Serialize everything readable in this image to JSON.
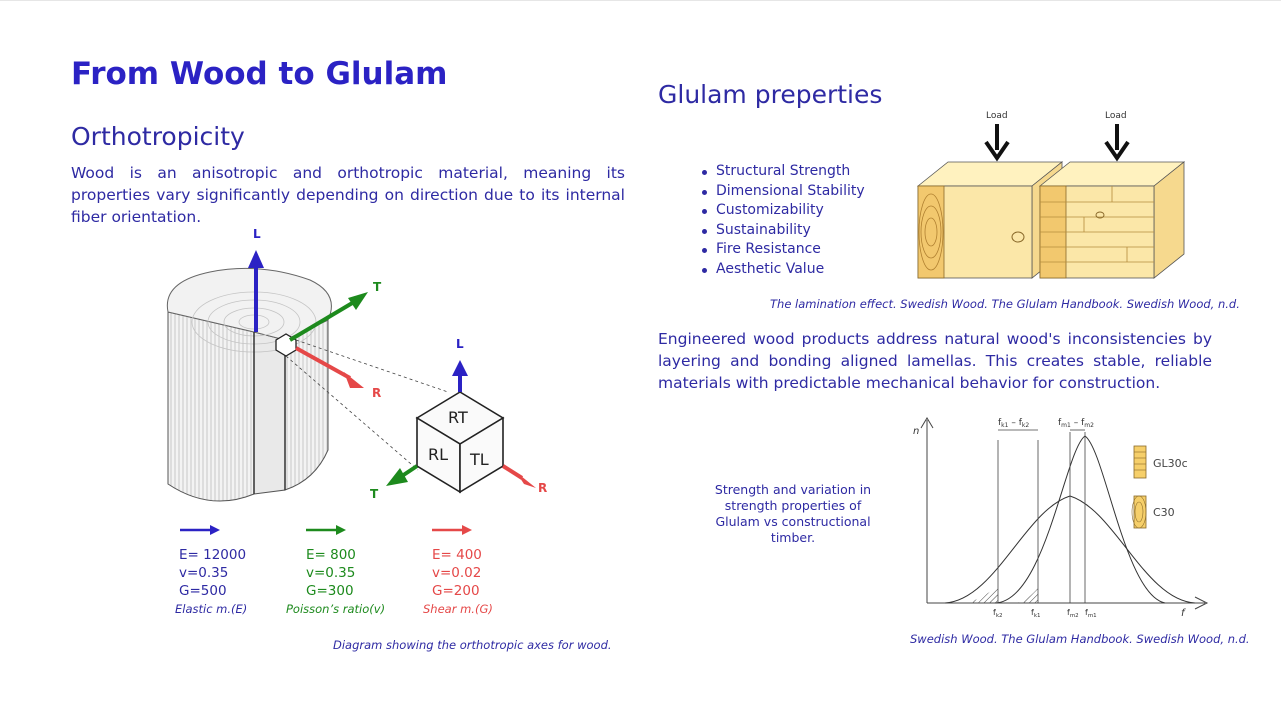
{
  "title": "From Wood to Glulam",
  "left": {
    "heading": "Orthotropicity",
    "paragraph": "Wood is an anisotropic and orthotropic material, meaning its properties vary significantly depending on direction due to its internal fiber orientation.",
    "diagram": {
      "axis_L": "L",
      "axis_T": "T",
      "axis_R": "R",
      "cube_L": "L",
      "cube_T": "T",
      "cube_R": "R",
      "face_RT": "RT",
      "face_RL": "RL",
      "face_TL": "TL"
    },
    "legend": [
      {
        "e": "E= 12000",
        "v": "v=0.35",
        "g": "G=500",
        "caption": "Elastic m.(E)",
        "color": "#2b22c4"
      },
      {
        "e": "E= 800",
        "v": "v=0.35",
        "g": "G=300",
        "caption": "Poisson’s ratio(v)",
        "color": "#1d8a1d"
      },
      {
        "e": "E= 400",
        "v": "v=0.02",
        "g": "G=200",
        "caption": "Shear m.(G)",
        "color": "#e54848"
      }
    ],
    "caption": "Diagram showing the orthotropic axes for wood."
  },
  "right": {
    "heading": "Glulam preperties",
    "properties": [
      "Structural Strength",
      "Dimensional Stability",
      "Customizability",
      "Sustainability",
      "Fire Resistance",
      "Aesthetic Value"
    ],
    "beam_figure": {
      "load_left": "Load",
      "load_right": "Load"
    },
    "beam_caption": "The lamination effect. Swedish Wood. The Glulam Handbook. Swedish Wood, n.d.",
    "paragraph": "Engineered wood products address natural wood's inconsistencies by layering and bonding aligned lamellas. This creates stable, reliable materials with predictable mechanical behavior for construction.",
    "distribution_note": "Strength and variation in strength properties of Glulam vs constructional timber.",
    "distribution_labels": {
      "glulam": "GL30c",
      "timber": "C30",
      "y": "n",
      "x": "f"
    },
    "distribution_caption": "Swedish Wood. The Glulam Handbook. Swedish Wood, n.d."
  }
}
